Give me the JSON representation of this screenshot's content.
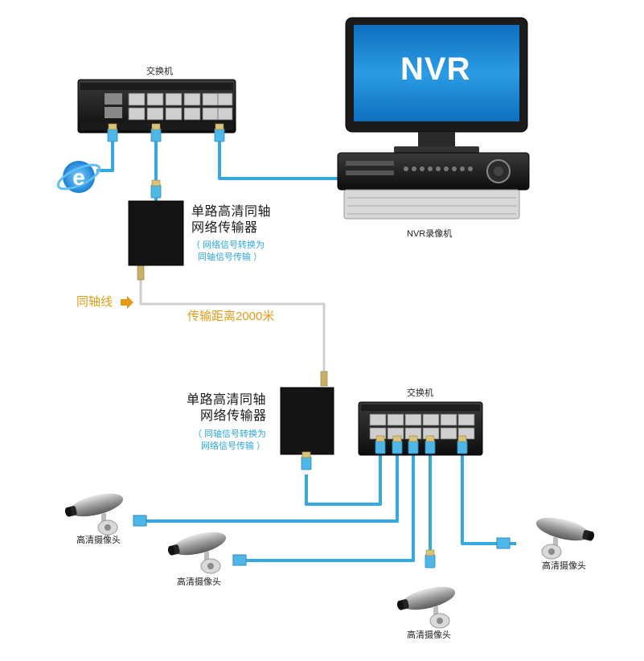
{
  "labels": {
    "switch_top": "交换机",
    "switch_bottom": "交换机",
    "nvr_screen": "NVR",
    "nvr_recorder": "NVR录像机",
    "transmitter_top_title_1": "单路高清同轴",
    "transmitter_top_title_2": "网络传输器",
    "transmitter_top_note_1": "（ 网络信号转换为",
    "transmitter_top_note_2": "同轴信号传输 ）",
    "coax_line": "同轴线",
    "distance": "传输距离2000米",
    "transmitter_bottom_title_1": "单路高清同轴",
    "transmitter_bottom_title_2": "网络传输器",
    "transmitter_bottom_note_1": "（ 同轴信号转换为",
    "transmitter_bottom_note_2": "网络信号传输 ）",
    "camera": "高清摄像头"
  },
  "colors": {
    "cable_blue": "#35a8e0",
    "coax_gray": "#cfcfcf",
    "accent_orange": "#e69b17",
    "note_blue": "#29a6e0",
    "device_black": "#141414",
    "screen_blue": "#1f8fd6"
  },
  "icons": [
    "ie-browser-icon",
    "arrow-right-icon",
    "camera-icon",
    "monitor-icon",
    "nvr-recorder-icon",
    "network-switch-icon",
    "coax-transmitter-icon"
  ]
}
